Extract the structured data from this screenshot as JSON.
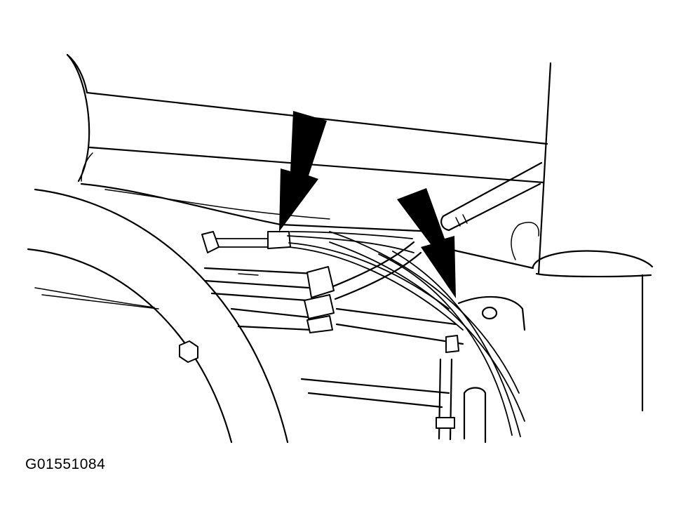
{
  "figure": {
    "id_label": "G01551084",
    "colors": {
      "line": "#000000",
      "background": "#ffffff"
    }
  },
  "callouts": [
    {
      "name": "arrow-left",
      "points_to": "harness-connector-upper"
    },
    {
      "name": "arrow-right",
      "points_to": "cable-routing-lower"
    }
  ]
}
